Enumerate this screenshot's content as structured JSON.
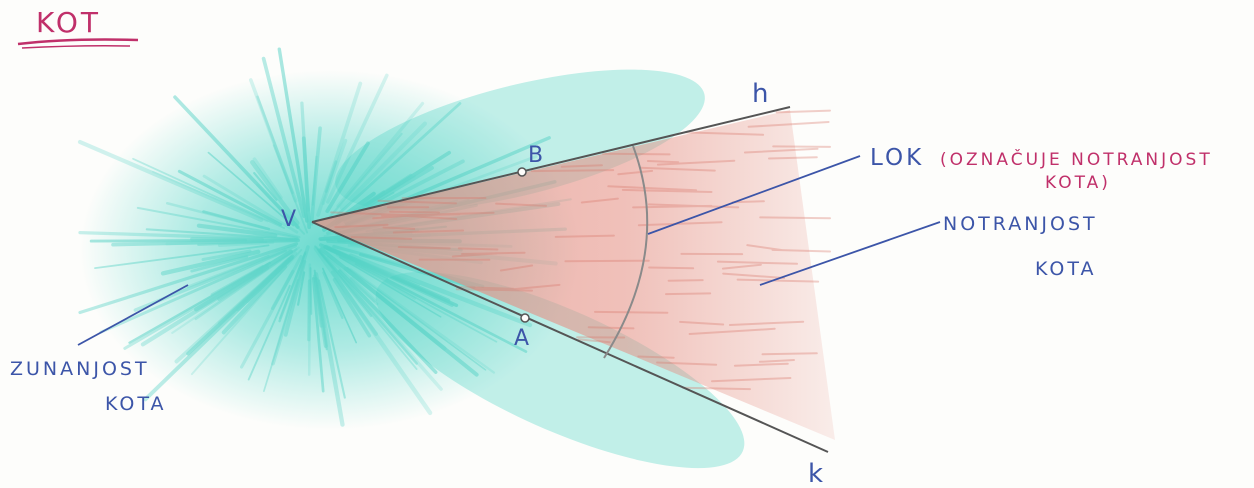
{
  "title": "KOT",
  "labels": {
    "vertex": "V",
    "point_b": "B",
    "point_a": "A",
    "ray_h": "h",
    "ray_k": "k"
  },
  "annotations": {
    "arc_title": "LOK",
    "arc_note_line1": "(OZNAČUJE NOTRANJOST",
    "arc_note_line2": "KOTA)",
    "interior_line1": "NOTRANJOST",
    "interior_line2": "KOTA",
    "exterior_line1": "ZUNANJOST",
    "exterior_line2": "KOTA"
  },
  "colors": {
    "ink_blue": "#3c55a8",
    "ink_red": "#c0306a",
    "exterior_fill": "#4fd4c7",
    "interior_fill": "#e58f84",
    "ray_line": "#555555",
    "arc_line": "#8a8a8a"
  }
}
